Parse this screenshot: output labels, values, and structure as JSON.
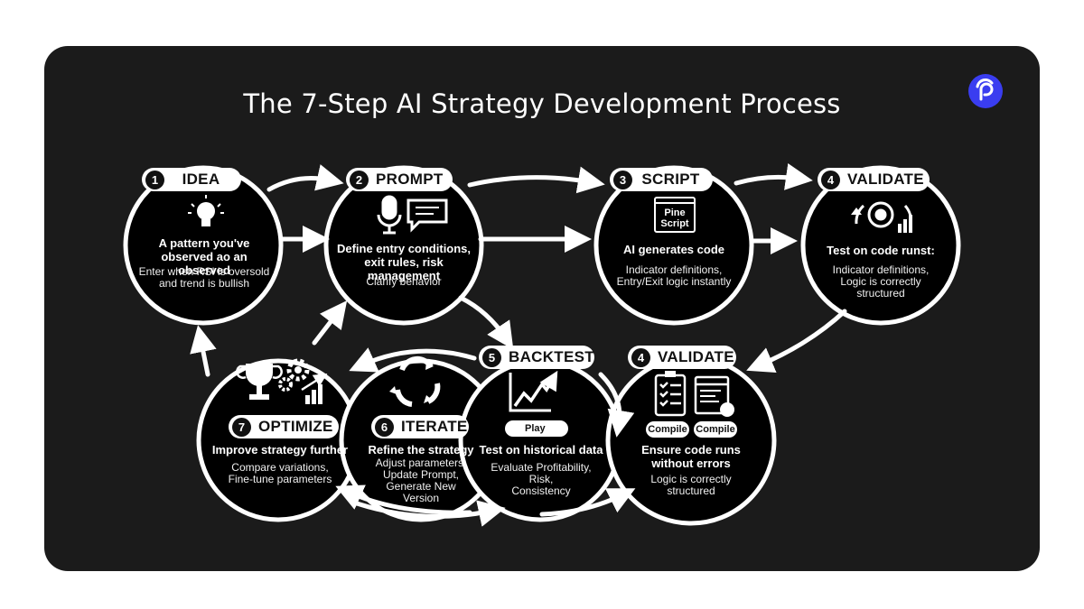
{
  "title": "The 7-Step AI Strategy Development Process",
  "colors": {
    "card": "#1b1b1b",
    "accent": "#3a3df0",
    "stroke": "#ffffff"
  },
  "logo": {
    "icon": "brand-logo-icon"
  },
  "steps": {
    "idea": {
      "number": "1",
      "label": "IDEA",
      "icon": "lightbulb-icon",
      "headline": [
        "A pattern you've",
        "observed ao an observed"
      ],
      "details": [
        "Enter when RSI is oversold",
        "and trend is bullish"
      ]
    },
    "prompt": {
      "number": "2",
      "label": "PROMPT",
      "icons": [
        "microphone-icon",
        "chat-bubble-icon"
      ],
      "headline": [
        "Define entry conditions,",
        "exit rules, risk management"
      ],
      "details": [
        "Clarify behavior"
      ]
    },
    "script": {
      "number": "3",
      "label": "SCRIPT",
      "badge": [
        "Pine",
        "Script"
      ],
      "headline": [
        "AI generates code"
      ],
      "details": [
        "Indicator definitions,",
        "Entry/Exit logic instantly"
      ]
    },
    "validate_top": {
      "number": "4",
      "label": "VALIDATE",
      "icon": "gears-cycle-icon",
      "headline": [
        "Test on code runst:"
      ],
      "details": [
        "Indicator definitions,",
        "Logic is correctly",
        "structured"
      ]
    },
    "validate_bottom": {
      "number": "4",
      "label": "VALIDATE",
      "icons": [
        "checklist-icon",
        "code-document-icon"
      ],
      "buttons": [
        "Compile",
        "Compile"
      ],
      "headline": [
        "Ensure code runs",
        "without errors"
      ],
      "details": [
        "Logic is correctly",
        "structured"
      ]
    },
    "backtest": {
      "number": "5",
      "label": "BACKTEST",
      "icon": "chart-trend-icon",
      "play_label": "Play",
      "headline": [
        "Test on historical data"
      ],
      "details": [
        "Evaluate Profitability,",
        "Risk,",
        "Consistency"
      ]
    },
    "iterate": {
      "number": "6",
      "label": "ITERATE",
      "icon": "refresh-cycle-icon",
      "headline": [
        "Refine the strategy"
      ],
      "details": [
        "Adjust parameters,",
        "Update Prompt,",
        "Generate New",
        "Version"
      ]
    },
    "optimize": {
      "number": "7",
      "label": "OPTIMIZE",
      "icons": [
        "trophy-icon",
        "gear-icon",
        "bar-chart-icon"
      ],
      "headline": [
        "Improve strategy further"
      ],
      "details": [
        "Compare variations,",
        "Fine-tune parameters"
      ]
    }
  }
}
